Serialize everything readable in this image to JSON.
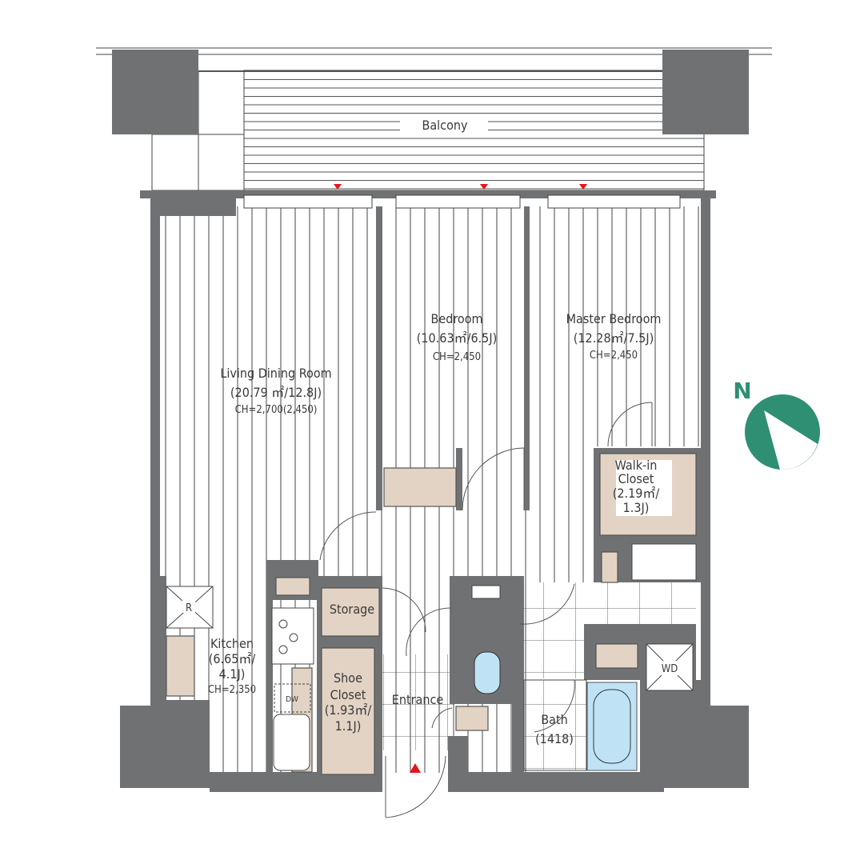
{
  "rooms": {
    "balcony": {
      "name": "Balcony"
    },
    "living": {
      "name": "Living Dining Room",
      "area": "(20.79 ㎡/12.8J)",
      "ceiling": "CH=2,700(2,450)"
    },
    "bedroom": {
      "name": "Bedroom",
      "area": "(10.63㎡/6.5J)",
      "ceiling": "CH=2,450"
    },
    "master": {
      "name": "Master Bedroom",
      "area": "(12.28㎡/7.5J)",
      "ceiling": "CH=2,450"
    },
    "walkin": {
      "line1": "Walk-in",
      "line2": "Closet",
      "line3": "(2.19㎡/",
      "line4": "1.3J)"
    },
    "kitchen": {
      "name": "Kitchen",
      "line2": "(6.65㎡/",
      "line3": "4.1J)",
      "ceiling": "CH=2,350"
    },
    "storage": {
      "name": "Storage"
    },
    "shoe": {
      "line1": "Shoe",
      "line2": "Closet",
      "line3": "(1.93㎡/",
      "line4": "1.1J)"
    },
    "entrance": {
      "name": "Entrance"
    },
    "bath": {
      "name": "Bath",
      "size": "(1418)"
    }
  },
  "fixtures": {
    "fridge": "R",
    "dishwasher": "DW",
    "washer": "WD"
  },
  "compass": {
    "label": "N",
    "color": "#2e8f72"
  },
  "colors": {
    "wall": "#707173",
    "storage": "#e2d3c4",
    "water": "#bfe3f5",
    "marker": "#e8141b"
  }
}
